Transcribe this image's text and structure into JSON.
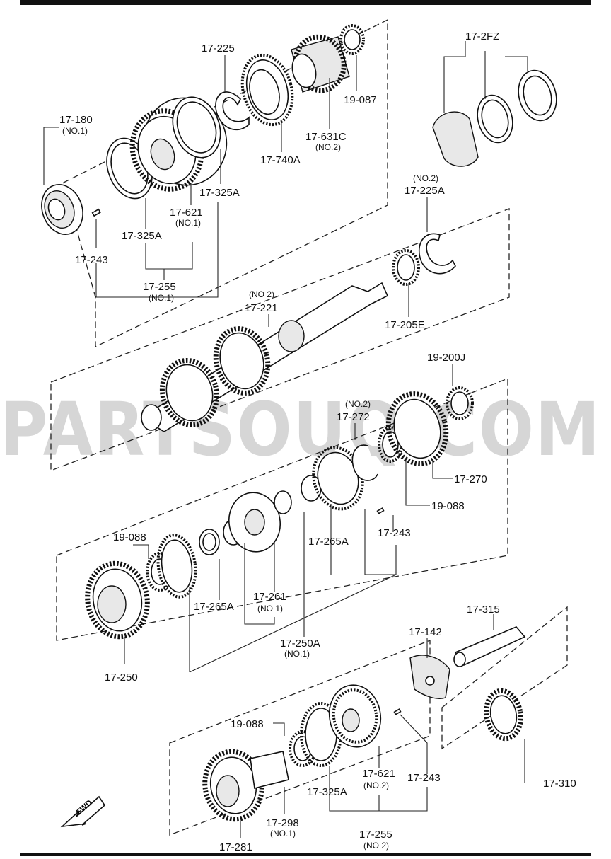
{
  "watermark": "PARTSOUQ.COM",
  "fwd_label": "FWD",
  "labels": {
    "p17_225": "17-225",
    "p17_2fz": "17-2FZ",
    "p17_180": "17-180",
    "p17_180_no": "(NO.1)",
    "p19_087": "19-087",
    "p17_631c": "17-631C",
    "p17_631c_no": "(NO.2)",
    "p17_740a": "17-740A",
    "p17_325a_top": "17-325A",
    "p17_621_top": "17-621",
    "p17_621_top_no": "(NO.1)",
    "p17_325a_left": "17-325A",
    "p17_243_top": "17-243",
    "p17_255_top": "17-255",
    "p17_255_top_no": "(NO.1)",
    "p17_225a_no": "(NO.2)",
    "p17_225a": "17-225A",
    "p17_221_no": "(NO 2)",
    "p17_221": "17-221",
    "p17_205e": "17-205E",
    "p19_200j": "19-200J",
    "p17_272_no": "(NO.2)",
    "p17_272": "17-272",
    "p17_270": "17-270",
    "p19_088_mid_right": "19-088",
    "p17_243_mid": "17-243",
    "p19_088_mid_left": "19-088",
    "p17_265a_right": "17-265A",
    "p17_265a_left": "17-265A",
    "p17_261": "17-261",
    "p17_261_no": "(NO 1)",
    "p17_250a": "17-250A",
    "p17_250a_no": "(NO.1)",
    "p17_250": "17-250",
    "p17_315": "17-315",
    "p17_142": "17-142",
    "p19_088_bot": "19-088",
    "p17_621_bot": "17-621",
    "p17_621_bot_no": "(NO.2)",
    "p17_243_bot": "17-243",
    "p17_325a_bot": "17-325A",
    "p17_310": "17-310",
    "p17_298": "17-298",
    "p17_298_no": "(NO.1)",
    "p17_255_bot": "17-255",
    "p17_255_bot_no": "(NO 2)",
    "p17_281": "17-281"
  }
}
